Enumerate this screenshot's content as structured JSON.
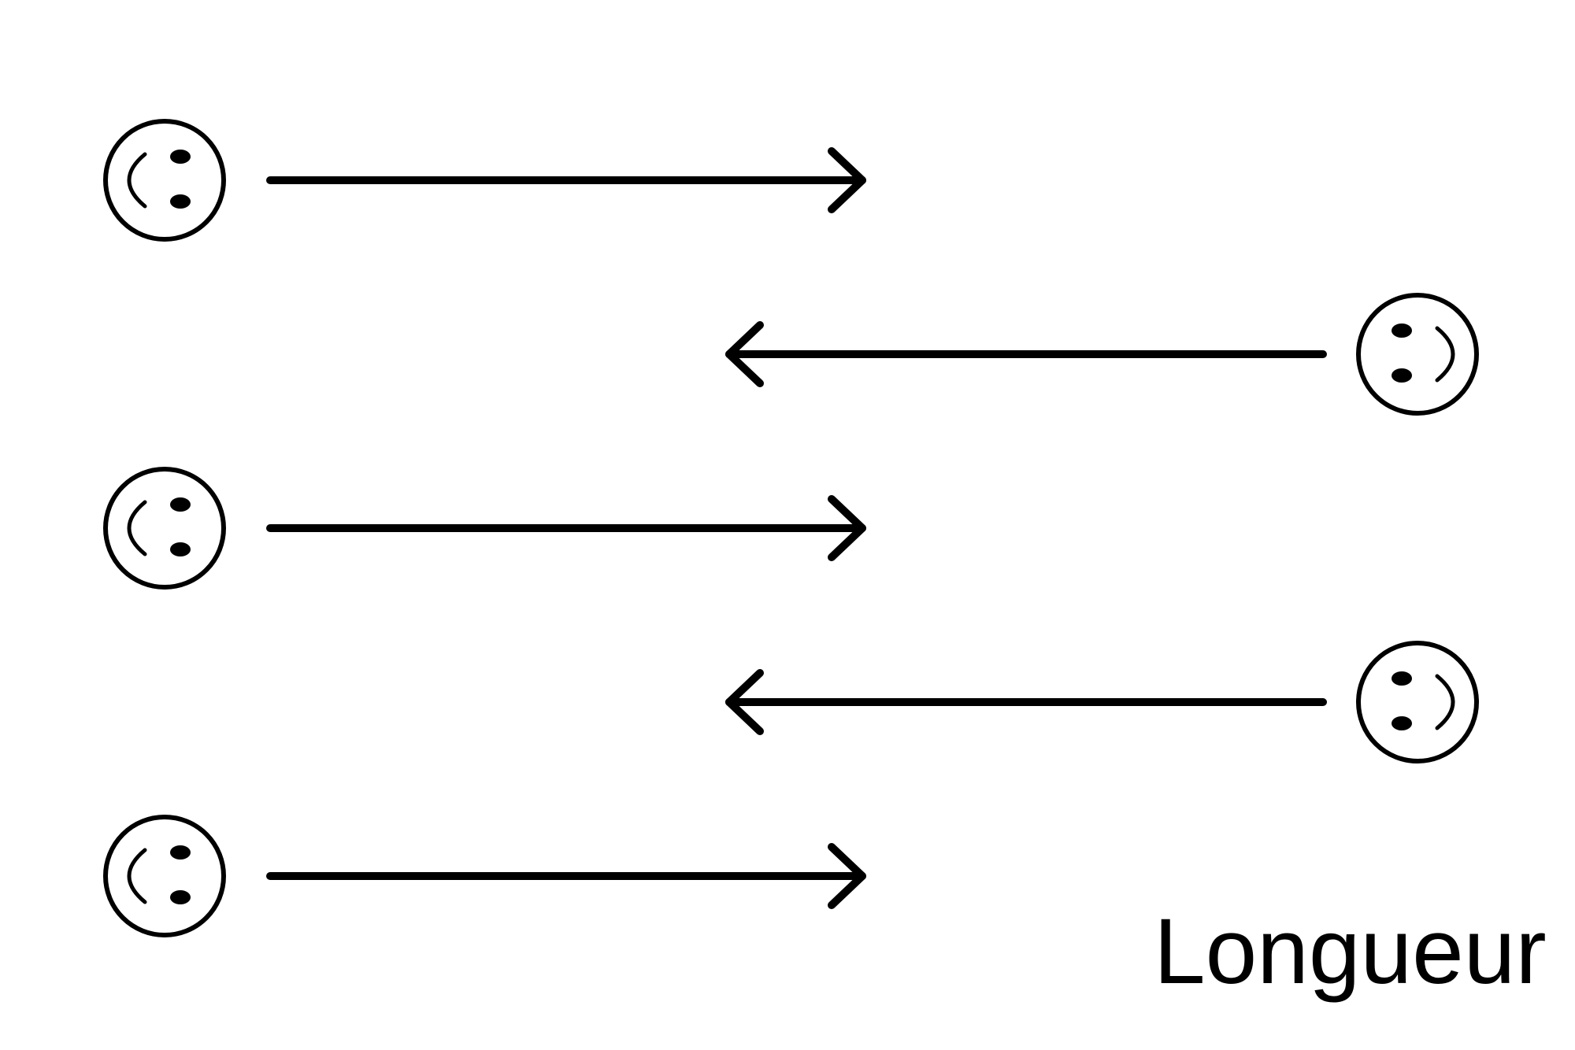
{
  "diagram": {
    "caption": "Longueur",
    "rows": [
      {
        "face": "left",
        "direction": "right"
      },
      {
        "face": "right",
        "direction": "left"
      },
      {
        "face": "left",
        "direction": "right"
      },
      {
        "face": "right",
        "direction": "left"
      },
      {
        "face": "left",
        "direction": "right"
      }
    ]
  }
}
